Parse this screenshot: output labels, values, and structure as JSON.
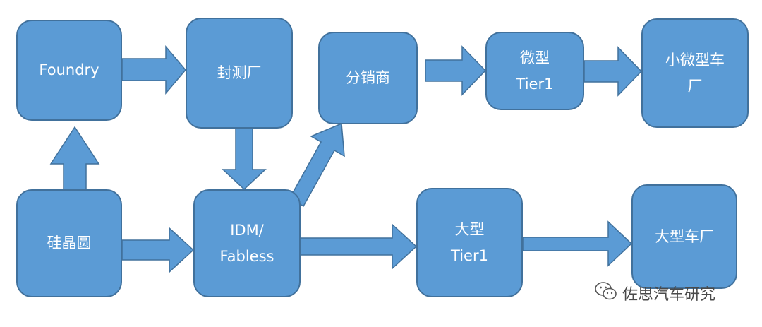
{
  "diagram": {
    "nodes": {
      "foundry": {
        "lines": [
          "Foundry"
        ]
      },
      "packaging": {
        "lines": [
          "封测厂"
        ]
      },
      "distributor": {
        "lines": [
          "分销商"
        ]
      },
      "micro_tier1": {
        "lines": [
          "微型",
          "Tier1"
        ]
      },
      "micro_oem": {
        "lines": [
          "小微型车",
          "厂"
        ]
      },
      "wafer": {
        "lines": [
          "硅晶圆"
        ]
      },
      "idm": {
        "lines": [
          "IDM/",
          "Fabless"
        ]
      },
      "large_tier1": {
        "lines": [
          "大型",
          "Tier1"
        ]
      },
      "large_oem": {
        "lines": [
          "大型车厂"
        ]
      }
    },
    "edges": [
      {
        "from": "wafer",
        "to": "foundry"
      },
      {
        "from": "foundry",
        "to": "packaging"
      },
      {
        "from": "packaging",
        "to": "idm"
      },
      {
        "from": "wafer",
        "to": "idm"
      },
      {
        "from": "idm",
        "to": "distributor"
      },
      {
        "from": "distributor",
        "to": "micro_tier1"
      },
      {
        "from": "micro_tier1",
        "to": "micro_oem"
      },
      {
        "from": "idm",
        "to": "large_tier1"
      },
      {
        "from": "large_tier1",
        "to": "large_oem"
      }
    ],
    "colors": {
      "node_fill": "#5b9bd5",
      "node_border": "#41719c",
      "arrow_fill": "#5b9bd5"
    }
  },
  "watermark": {
    "icon": "wechat-icon",
    "text": "佐思汽车研究"
  }
}
